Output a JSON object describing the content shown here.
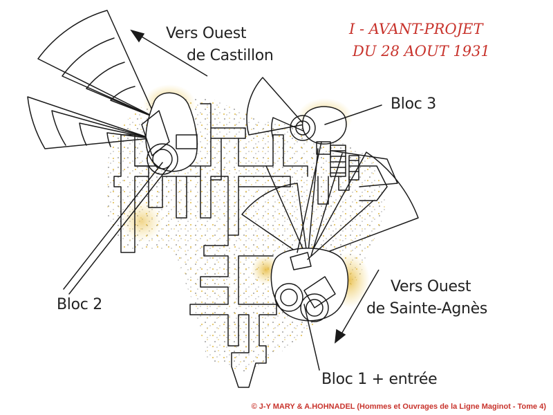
{
  "title": {
    "line1": "I - AVANT-PROJET",
    "line2": "DU 28 AOUT 1931"
  },
  "labels": {
    "west_castillon_1": "Vers Ouest",
    "west_castillon_2": "de Castillon",
    "west_sainte_agnes_1": "Vers Ouest",
    "west_sainte_agnes_2": "de Sainte-Agnès",
    "bloc_3": "Bloc 3",
    "bloc_2": "Bloc 2",
    "bloc_1": "Bloc 1 + entrée"
  },
  "copyright": "© J-Y MARY & A.HOHNADEL (Hommes et Ouvrages de la Ligne Maginot - Tome 4)",
  "colors": {
    "ink": "#1a1a1a",
    "title_red": "#c8332c",
    "earth_yellow": "#e6c24a"
  }
}
